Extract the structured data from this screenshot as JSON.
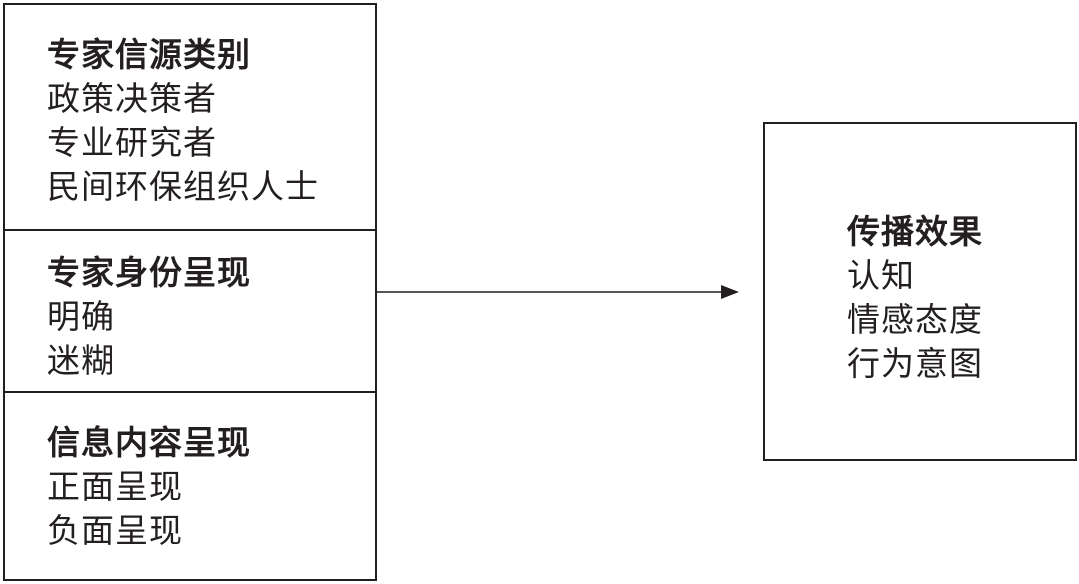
{
  "left_boxes": {
    "source_type": {
      "title": "专家信源类别",
      "items": [
        "政策决策者",
        "专业研究者",
        "民间环保组织人士"
      ]
    },
    "identity": {
      "title": "专家身份呈现",
      "items": [
        "明确",
        "迷糊"
      ]
    },
    "content": {
      "title": "信息内容呈现",
      "items": [
        "正面呈现",
        "负面呈现"
      ]
    }
  },
  "effect_box": {
    "title": "传播效果",
    "items": [
      "认知",
      "情感态度",
      "行为意图"
    ]
  },
  "colors": {
    "line": "#231f20",
    "background": "#ffffff"
  }
}
